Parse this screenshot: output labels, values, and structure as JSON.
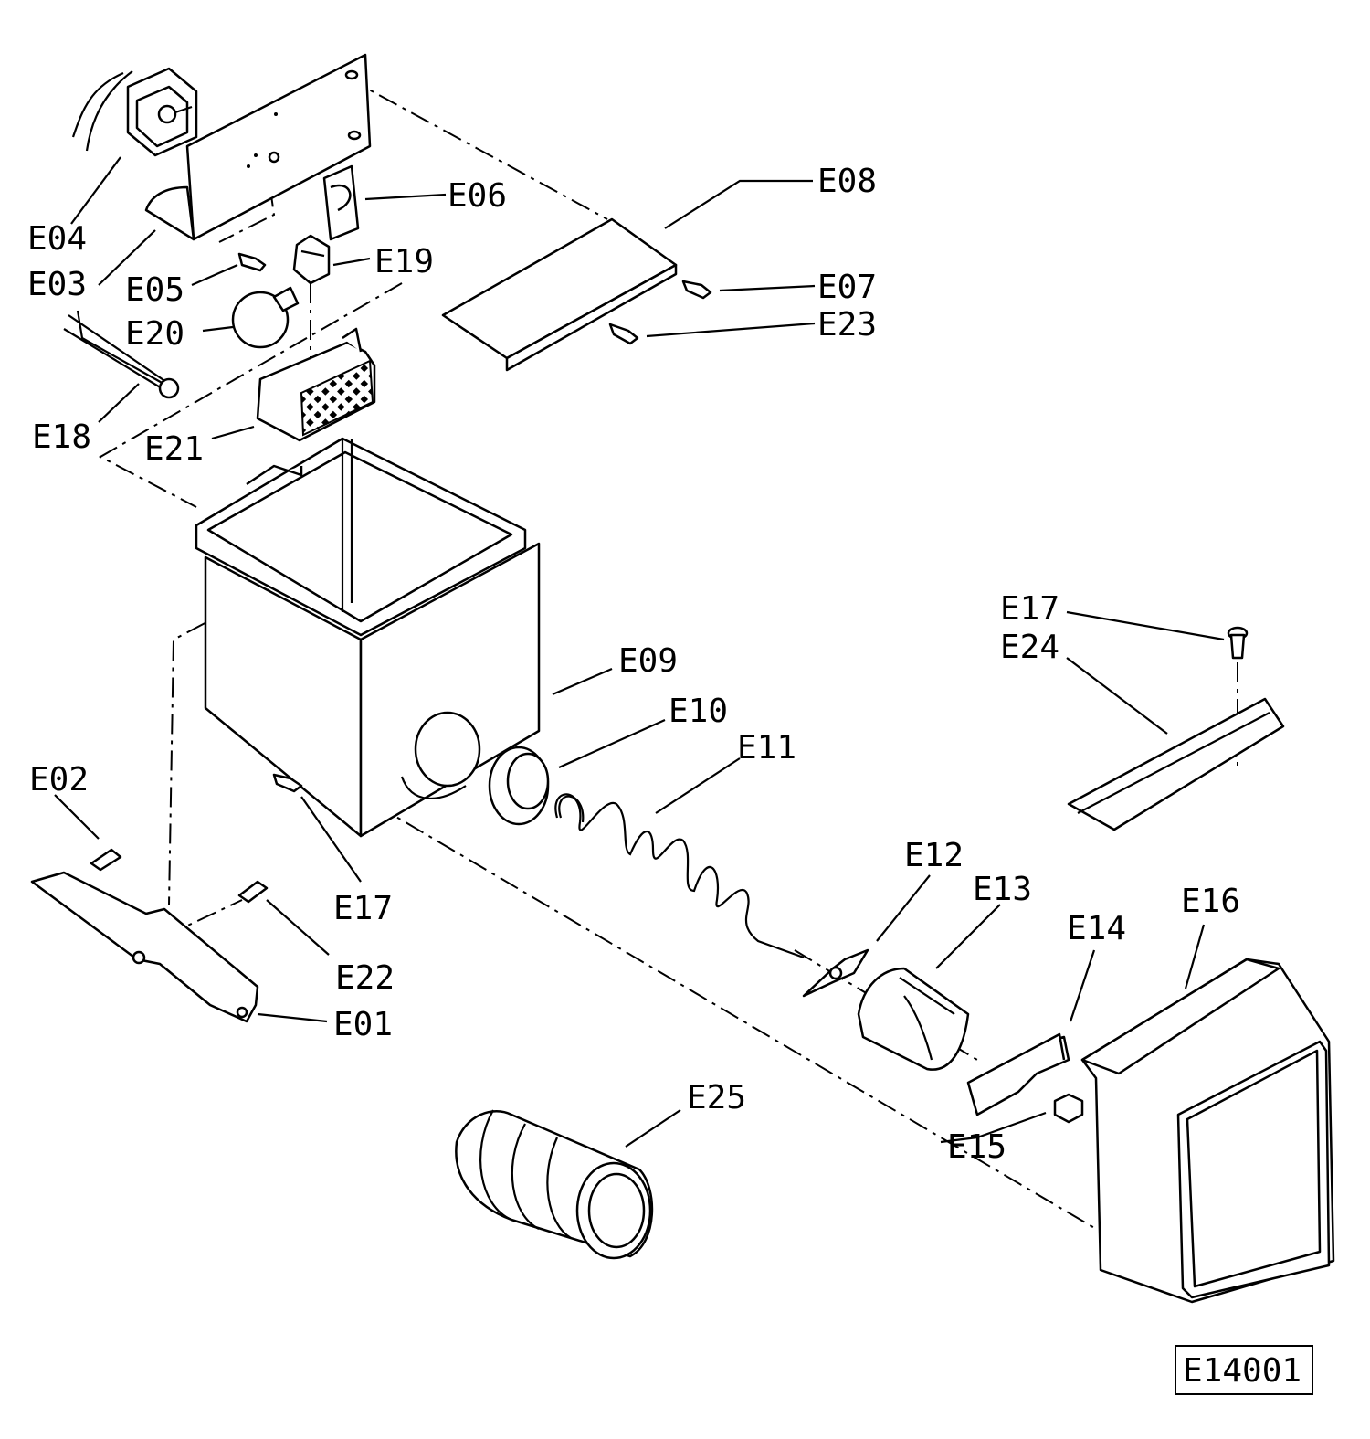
{
  "diagram_id": "E14001",
  "callouts": [
    {
      "id": "E01",
      "text": "E01"
    },
    {
      "id": "E02",
      "text": "E02"
    },
    {
      "id": "E03",
      "text": "E03"
    },
    {
      "id": "E04",
      "text": "E04"
    },
    {
      "id": "E05",
      "text": "E05"
    },
    {
      "id": "E06",
      "text": "E06"
    },
    {
      "id": "E07",
      "text": "E07"
    },
    {
      "id": "E08",
      "text": "E08"
    },
    {
      "id": "E09",
      "text": "E09"
    },
    {
      "id": "E10",
      "text": "E10"
    },
    {
      "id": "E11",
      "text": "E11"
    },
    {
      "id": "E12",
      "text": "E12"
    },
    {
      "id": "E13",
      "text": "E13"
    },
    {
      "id": "E14",
      "text": "E14"
    },
    {
      "id": "E15",
      "text": "E15"
    },
    {
      "id": "E16",
      "text": "E16"
    },
    {
      "id": "E17",
      "text": "E17"
    },
    {
      "id": "E17b",
      "text": "E17"
    },
    {
      "id": "E18",
      "text": "E18"
    },
    {
      "id": "E19",
      "text": "E19"
    },
    {
      "id": "E20",
      "text": "E20"
    },
    {
      "id": "E21",
      "text": "E21"
    },
    {
      "id": "E22",
      "text": "E22"
    },
    {
      "id": "E23",
      "text": "E23"
    },
    {
      "id": "E24",
      "text": "E24"
    },
    {
      "id": "E25",
      "text": "E25"
    }
  ]
}
